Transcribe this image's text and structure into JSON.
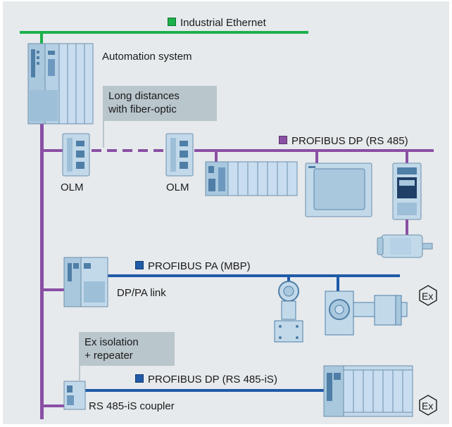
{
  "colors": {
    "ethernet": "#1db14b",
    "profibus_dp": "#8a4fa4",
    "profibus_pa": "#1f5ba8",
    "profibus_dp_is": "#1f5ba8",
    "background": "#e6eaed",
    "callout": "#b9c6cc",
    "device": "#c2d9ea",
    "device_dark": "#4f7ea6"
  },
  "networks": {
    "ethernet": "Industrial Ethernet",
    "profibus_dp": "PROFIBUS DP (RS 485)",
    "profibus_pa": "PROFIBUS PA (MBP)",
    "profibus_dp_is": "PROFIBUS DP (RS 485-iS)"
  },
  "labels": {
    "automation_system": "Automation system",
    "olm_left": "OLM",
    "olm_right": "OLM",
    "dp_pa_link": "DP/PA link",
    "coupler": "RS 485-iS coupler"
  },
  "callouts": {
    "fiber": [
      "Long distances",
      "with fiber-optic"
    ],
    "ex_isolation": [
      "Ex isolation",
      "+ repeater"
    ]
  },
  "icons": {
    "ex_pa": "explosion-protection-icon",
    "ex_is": "explosion-protection-icon"
  },
  "ex_symbol_text": "Ex"
}
